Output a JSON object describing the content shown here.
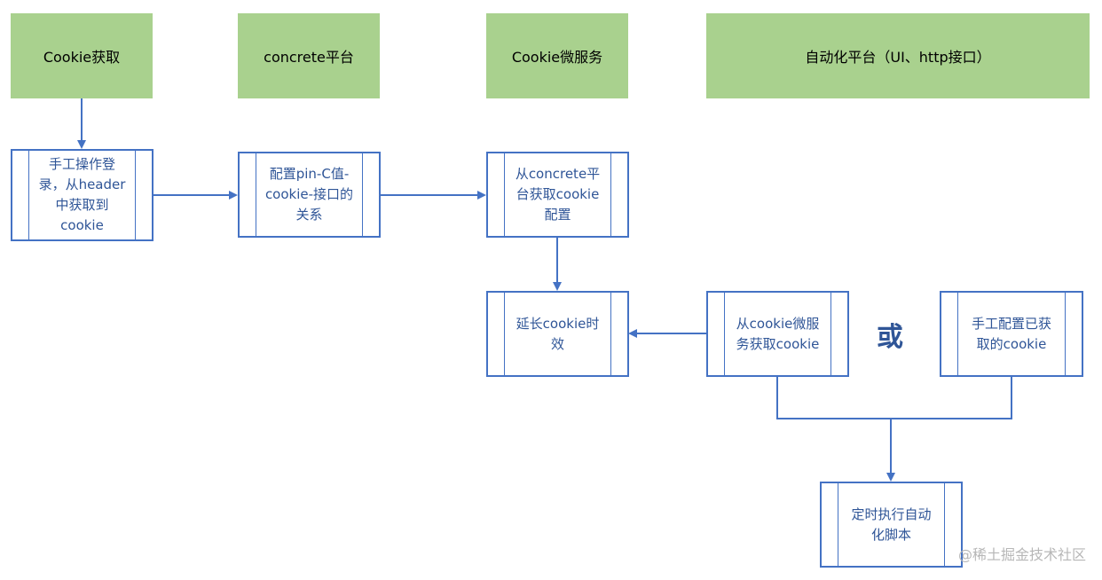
{
  "headers": [
    {
      "id": "cookie-acquire",
      "label": "Cookie获取"
    },
    {
      "id": "concrete-platform",
      "label": "concrete平台"
    },
    {
      "id": "cookie-microservice",
      "label": "Cookie微服务"
    },
    {
      "id": "automation-platform",
      "label": "自动化平台（UI、http接口）"
    }
  ],
  "steps": {
    "manual_login": "手工操作登\n录，从header\n中获取到\ncookie",
    "config_relation": "配置pin-C值-\ncookie-接口的\n关系",
    "fetch_from_concrete": "从concrete平\n台获取cookie\n配置",
    "extend_cookie": "延长cookie时\n效",
    "fetch_from_service": "从cookie微服\n务获取cookie",
    "manual_config": "手工配置已获\n取的cookie",
    "scheduled_script": "定时执行自动\n化脚本"
  },
  "or_label": "或",
  "watermark": "@稀土掘金技术社区",
  "colors": {
    "header_fill": "#a9d18e",
    "box_border": "#4472c4",
    "box_text": "#2f5597",
    "arrow": "#4472c4"
  }
}
